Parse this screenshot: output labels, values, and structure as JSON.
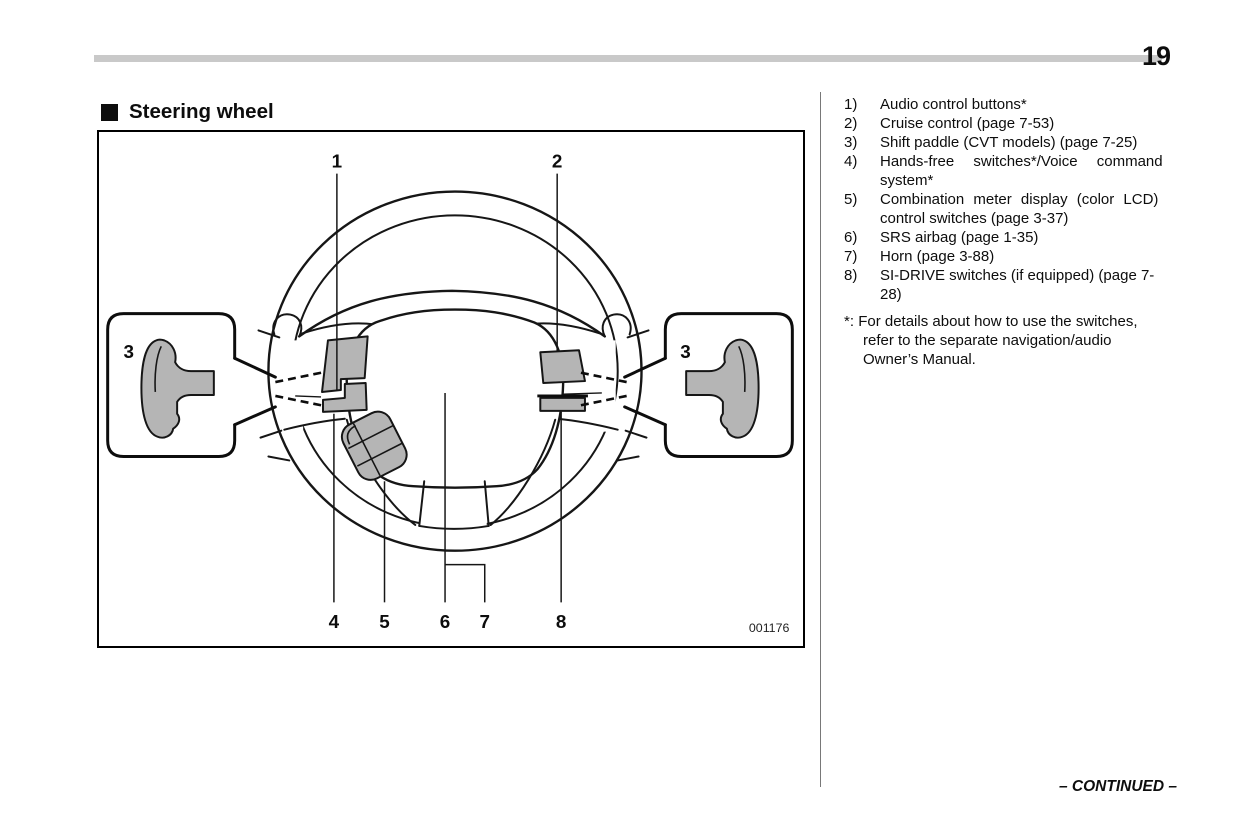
{
  "page": {
    "number": "19",
    "continued_label": "– CONTINUED –"
  },
  "section": {
    "heading": "Steering wheel"
  },
  "figure": {
    "code": "001176",
    "callouts": {
      "n1": "1",
      "n2": "2",
      "n3_left": "3",
      "n3_right": "3",
      "n4": "4",
      "n5": "5",
      "n6": "6",
      "n7": "7",
      "n8": "8"
    }
  },
  "legend": {
    "items": [
      {
        "num": "1)",
        "line1": "Audio control buttons*"
      },
      {
        "num": "2)",
        "line1": "Cruise control (page 7-53)"
      },
      {
        "num": "3)",
        "line1": "Shift paddle (CVT models) (page 7-25)"
      },
      {
        "num": "4)",
        "line1": "Hands-free switches*/Voice command",
        "line2": "system*"
      },
      {
        "num": "5)",
        "line1": "Combination meter display (color LCD)",
        "line2": "control switches (page 3-37)"
      },
      {
        "num": "6)",
        "line1": "SRS airbag (page 1-35)"
      },
      {
        "num": "7)",
        "line1": "Horn (page 3-88)"
      },
      {
        "num": "8)",
        "line1": "SI-DRIVE switches (if equipped) (page 7-",
        "line2": "28)"
      }
    ],
    "footnote": {
      "marker": "*:",
      "line1": "For details about how to use the switches,",
      "line2": "refer to the separate navigation/audio",
      "line3": "Owner’s Manual."
    }
  },
  "colors": {
    "header_bar": "#c9c9c9",
    "pad_gray": "#b5b5b5",
    "line": "#161616"
  }
}
